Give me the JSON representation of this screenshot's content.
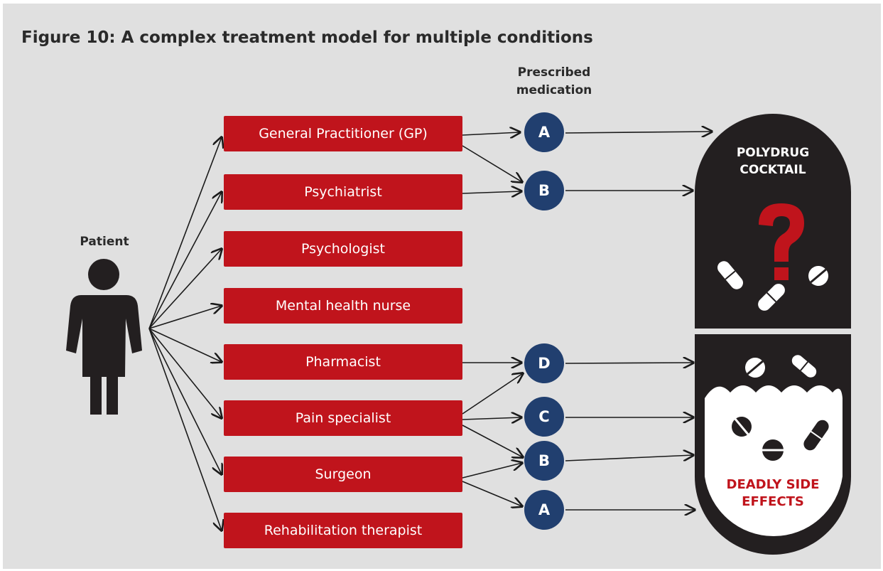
{
  "figure": {
    "title": "Figure 10: A complex treatment model for multiple conditions",
    "patient_label": "Patient",
    "medication_header": "Prescribed medication",
    "providers": [
      "General Practitioner (GP)",
      "Psychiatrist",
      "Psychologist",
      "Mental health nurse",
      "Pharmacist",
      "Pain specialist",
      "Surgeon",
      "Rehabilitation therapist"
    ],
    "medications": [
      "A",
      "B",
      "D",
      "C",
      "B",
      "A"
    ],
    "pill": {
      "top_label": "POLYDRUG COCKTAIL",
      "question_mark": "?",
      "bottom_label": "DEADLY SIDE EFFECTS"
    },
    "colors": {
      "background": "#e0e0e0",
      "provider_box": "#c0141c",
      "medication_circle": "#213f6f",
      "pill_dark": "#231f20",
      "accent_red": "#c0141c",
      "text_dark": "#2a2a2a"
    }
  }
}
